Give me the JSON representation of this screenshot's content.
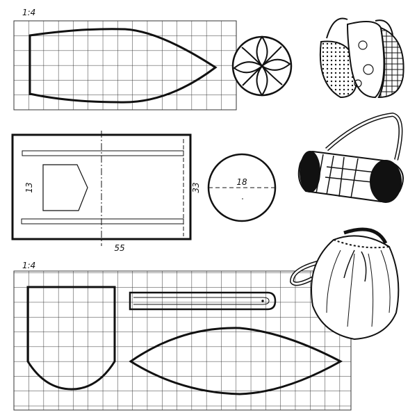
{
  "scale_top": "1:4",
  "scale_bottom": "1:4",
  "dimensions": {
    "pocket_height": "13",
    "circle_diameter": "18",
    "panel_height": "33",
    "panel_width": "55"
  },
  "colors": {
    "ink": "#111111",
    "grid": "#333333",
    "paper": "#ffffff"
  }
}
